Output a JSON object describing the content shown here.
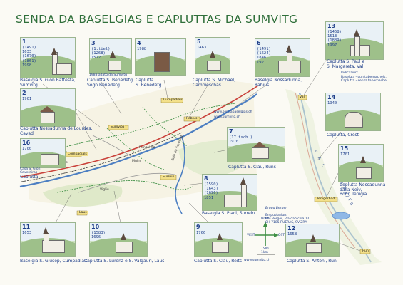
{
  "title": "SENDA DA BASELGIAS E CAPLUTTAS DA SUMVITG",
  "map_labels": {
    "compadials": "Compadials",
    "cumpadials": "Cumpadials",
    "rabius": "Rabius",
    "surrein": "Surrein",
    "tenigerbad": "Tenigerbad",
    "run": "Run",
    "laus": "Laus",
    "mulin": "Mulin",
    "val": "Val",
    "sumvitg": "Sumvitg",
    "caverdiras": "Caverdiras",
    "runcahez": "Runcahez",
    "vigliu": "Vigliu",
    "rein_val": "Rein da Sumvitg",
    "val_text": "V A L",
    "sumvitg_vert": "SUMVITG"
  },
  "center_text": {
    "web1": "www.sendabaselgias.ch",
    "web2": "www.sumvitg.ch",
    "web3": "www.sumvitg.ch",
    "info_label": "Empustaziun:",
    "info1": "Ch. Berger, Via da Scola 12",
    "info2": "CH-7185 RUERAS, SVIZRA",
    "signature": "Brugg Berger",
    "vest": "VEST",
    "ost": "OST",
    "nord": "NORD",
    "sid": "SID",
    "scale": "1km"
  },
  "right_note": {
    "label": "Indicaziun:",
    "l1": "Baselgia - cun tabernachels,",
    "l2": "Caplutta - senza tabernachel"
  },
  "sites": [
    {
      "num": "1",
      "years": "(1491)\n1633\n(1670)\n(1861)\n1998",
      "caption": "Baselgia S. Gion Battesta,\nSumvitg"
    },
    {
      "num": "2",
      "years": "1901",
      "caption": "Caplutta Nossadunna de Lourdes,\nCavadi"
    },
    {
      "num": "3",
      "years": "(1.tiel)\n(1268)\n1572",
      "caption": "Caplutta S. Benedetg,\nSogn Benedetg",
      "subcaption": "1988 adatg da Sumvitg"
    },
    {
      "num": "4",
      "years": "1988",
      "caption": "Caplutta\nS. Benedetg"
    },
    {
      "num": "5",
      "years": "1463",
      "caption": "Caplutta S. Michael,\nCampieschas"
    },
    {
      "num": "6",
      "years": "(1491)\n(1624)\n1846\n1921",
      "caption": "Baselgia Nossadunna,\nRabius"
    },
    {
      "num": "7",
      "years": "(17.tsch.)\n1970",
      "caption": "Caplutta S. Clau, Runs"
    },
    {
      "num": "8",
      "years": "(1590)\n(1643)\n(1696)\n1851",
      "caption": "Baselgia S. Placi, Surrein"
    },
    {
      "num": "9",
      "years": "1766",
      "caption": "Caplutta S. Clau, Reits"
    },
    {
      "num": "10",
      "years": "(1583)\n1696",
      "caption": "Caplutta S. Lurenz e S. Valgauri, Laus"
    },
    {
      "num": "11",
      "years": "1653",
      "caption": "Baselgia S. Giusep, Cumpadials"
    },
    {
      "num": "12",
      "years": "1658",
      "caption": "Caplutta S. Antoni, Run"
    },
    {
      "num": "13",
      "years": "(1468)\n1513\n(1889)\n1997",
      "caption": "Caplutta S. Paul e\nS. Margareta, Val"
    },
    {
      "num": "14",
      "years": "1940",
      "caption": "Caplutta, Crest"
    },
    {
      "num": "15",
      "years": "1701",
      "caption": "Caplutta Nossadunna\ndalla Neiv,\nBogn Tenigia"
    },
    {
      "num": "16",
      "years": "1700",
      "caption": "Caplutta",
      "subcaption": "Casa S. Gion\nCaverdiras"
    }
  ]
}
